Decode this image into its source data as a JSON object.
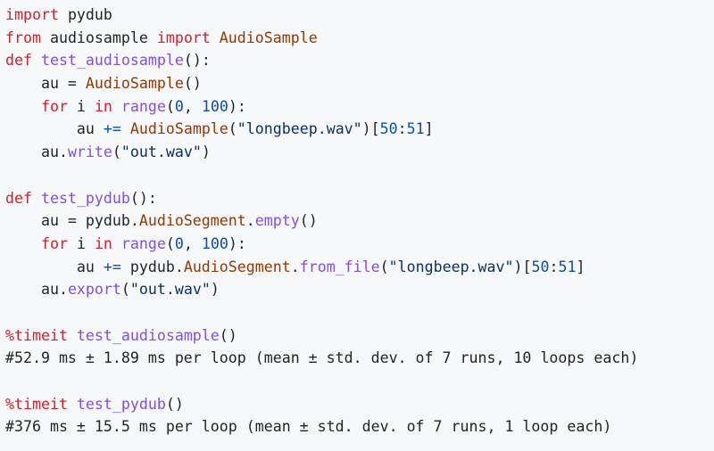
{
  "code": {
    "lines": [
      [
        {
          "t": "import",
          "c": "kw"
        },
        {
          "t": " pydub",
          "c": "plain"
        }
      ],
      [
        {
          "t": "from",
          "c": "kw"
        },
        {
          "t": " audiosample ",
          "c": "plain"
        },
        {
          "t": "import",
          "c": "kw"
        },
        {
          "t": " ",
          "c": "plain"
        },
        {
          "t": "AudioSample",
          "c": "cls"
        }
      ],
      [
        {
          "t": "def",
          "c": "kw"
        },
        {
          "t": " ",
          "c": "plain"
        },
        {
          "t": "test_audiosample",
          "c": "fn"
        },
        {
          "t": "():",
          "c": "plain"
        }
      ],
      [
        {
          "t": "    au = ",
          "c": "plain"
        },
        {
          "t": "AudioSample",
          "c": "cls"
        },
        {
          "t": "()",
          "c": "plain"
        }
      ],
      [
        {
          "t": "    ",
          "c": "plain"
        },
        {
          "t": "for",
          "c": "kw"
        },
        {
          "t": " i ",
          "c": "plain"
        },
        {
          "t": "in",
          "c": "kw"
        },
        {
          "t": " ",
          "c": "plain"
        },
        {
          "t": "range",
          "c": "fn"
        },
        {
          "t": "(",
          "c": "plain"
        },
        {
          "t": "0",
          "c": "num"
        },
        {
          "t": ", ",
          "c": "plain"
        },
        {
          "t": "100",
          "c": "num"
        },
        {
          "t": "):",
          "c": "plain"
        }
      ],
      [
        {
          "t": "        au ",
          "c": "plain"
        },
        {
          "t": "+=",
          "c": "op"
        },
        {
          "t": " ",
          "c": "plain"
        },
        {
          "t": "AudioSample",
          "c": "cls"
        },
        {
          "t": "(",
          "c": "plain"
        },
        {
          "t": "\"longbeep.wav\"",
          "c": "str"
        },
        {
          "t": ")[",
          "c": "plain"
        },
        {
          "t": "50",
          "c": "num"
        },
        {
          "t": ":",
          "c": "plain"
        },
        {
          "t": "51",
          "c": "num"
        },
        {
          "t": "]",
          "c": "plain"
        }
      ],
      [
        {
          "t": "    au.",
          "c": "plain"
        },
        {
          "t": "write",
          "c": "fn"
        },
        {
          "t": "(",
          "c": "plain"
        },
        {
          "t": "\"out.wav\"",
          "c": "str"
        },
        {
          "t": ")",
          "c": "plain"
        }
      ],
      [],
      [
        {
          "t": "def",
          "c": "kw"
        },
        {
          "t": " ",
          "c": "plain"
        },
        {
          "t": "test_pydub",
          "c": "fn"
        },
        {
          "t": "():",
          "c": "plain"
        }
      ],
      [
        {
          "t": "    au = pydub.",
          "c": "plain"
        },
        {
          "t": "AudioSegment",
          "c": "cls"
        },
        {
          "t": ".",
          "c": "plain"
        },
        {
          "t": "empty",
          "c": "fn"
        },
        {
          "t": "()",
          "c": "plain"
        }
      ],
      [
        {
          "t": "    ",
          "c": "plain"
        },
        {
          "t": "for",
          "c": "kw"
        },
        {
          "t": " i ",
          "c": "plain"
        },
        {
          "t": "in",
          "c": "kw"
        },
        {
          "t": " ",
          "c": "plain"
        },
        {
          "t": "range",
          "c": "fn"
        },
        {
          "t": "(",
          "c": "plain"
        },
        {
          "t": "0",
          "c": "num"
        },
        {
          "t": ", ",
          "c": "plain"
        },
        {
          "t": "100",
          "c": "num"
        },
        {
          "t": "):",
          "c": "plain"
        }
      ],
      [
        {
          "t": "        au ",
          "c": "plain"
        },
        {
          "t": "+=",
          "c": "op"
        },
        {
          "t": " pydub.",
          "c": "plain"
        },
        {
          "t": "AudioSegment",
          "c": "cls"
        },
        {
          "t": ".",
          "c": "plain"
        },
        {
          "t": "from_file",
          "c": "fn"
        },
        {
          "t": "(",
          "c": "plain"
        },
        {
          "t": "\"longbeep.wav\"",
          "c": "str"
        },
        {
          "t": ")[",
          "c": "plain"
        },
        {
          "t": "50",
          "c": "num"
        },
        {
          "t": ":",
          "c": "plain"
        },
        {
          "t": "51",
          "c": "num"
        },
        {
          "t": "]",
          "c": "plain"
        }
      ],
      [
        {
          "t": "    au.",
          "c": "plain"
        },
        {
          "t": "export",
          "c": "fn"
        },
        {
          "t": "(",
          "c": "plain"
        },
        {
          "t": "\"out.wav\"",
          "c": "str"
        },
        {
          "t": ")",
          "c": "plain"
        }
      ],
      [],
      [
        {
          "t": "%timeit",
          "c": "magic"
        },
        {
          "t": " ",
          "c": "plain"
        },
        {
          "t": "test_audiosample",
          "c": "fn"
        },
        {
          "t": "()",
          "c": "plain"
        }
      ],
      [
        {
          "t": "#52.9 ms ± 1.89 ms per loop (mean ± std. dev. of 7 runs, 10 loops each)",
          "c": "cmt"
        }
      ],
      [],
      [
        {
          "t": "%timeit",
          "c": "magic"
        },
        {
          "t": " ",
          "c": "plain"
        },
        {
          "t": "test_pydub",
          "c": "fn"
        },
        {
          "t": "()",
          "c": "plain"
        }
      ],
      [
        {
          "t": "#376 ms ± 15.5 ms per loop (mean ± std. dev. of 7 runs, 1 loop each)",
          "c": "cmt"
        }
      ]
    ]
  }
}
